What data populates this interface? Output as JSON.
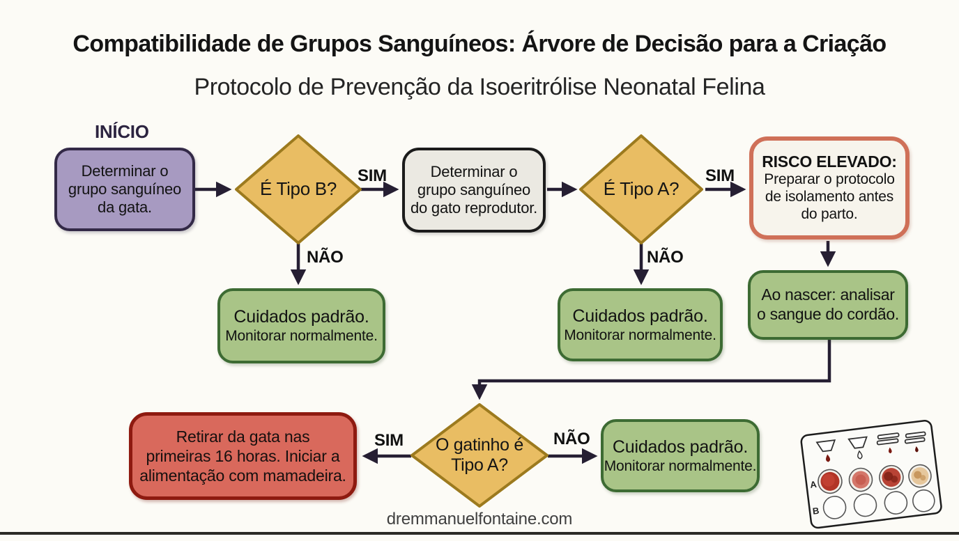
{
  "page": {
    "title": "Compatibilidade de Grupos Sanguíneos: Árvore de Decisão para a Criação",
    "subtitle": "Protocolo de Prevenção da Isoeritrólise Neonatal Felina",
    "start_label": "INÍCIO",
    "watermark": "dremmanuelfontaine.com"
  },
  "labels": {
    "yes": "SIM",
    "no": "NÃO"
  },
  "nodes": {
    "determine_queen": {
      "text": "Determinar o\ngrupo sanguíneo\nda gata."
    },
    "is_type_b": {
      "text": "É Tipo B?"
    },
    "determine_tom": {
      "text": "Determinar o\ngrupo sanguíneo\ndo gato reprodutor."
    },
    "is_type_a": {
      "text": "É Tipo A?"
    },
    "high_risk": {
      "title": "RISCO ELEVADO:",
      "body": "Preparar o protocolo\nde isolamento antes\ndo parto."
    },
    "standard_care_1": {
      "line1": "Cuidados padrão.",
      "line2": "Monitorar normalmente."
    },
    "standard_care_2": {
      "line1": "Cuidados padrão.",
      "line2": "Monitorar normalmente."
    },
    "cord_blood": {
      "text": "Ao nascer: analisar\no sangue do cordão."
    },
    "kitten_type_a": {
      "text": "O gatinho é\nTipo A?"
    },
    "remove_kitten": {
      "text": "Retirar da gata nas\nprimeiras 16 horas. Iniciar a\nalimentação com mamadeira."
    },
    "standard_care_3": {
      "line1": "Cuidados padrão.",
      "line2": "Monitorar normalmente."
    }
  },
  "card": {
    "row_a_label": "A",
    "row_b_label": "B"
  },
  "colors": {
    "background": "#fcfbf6",
    "arrow": "#261f33",
    "purple_fill": "#a79ac1",
    "purple_border": "#332947",
    "gold_fill": "#e9bd63",
    "gold_border": "#9c7a1e",
    "gray_fill": "#ebe9e2",
    "gray_border": "#1b1b1b",
    "green_fill": "#a9c487",
    "green_border": "#3d6b33",
    "red_fill": "#d9695c",
    "red_border": "#8e1a10",
    "risk_fill": "#f7f4ec",
    "risk_border": "#cf7058",
    "footer_bar": "#2b2a26"
  }
}
